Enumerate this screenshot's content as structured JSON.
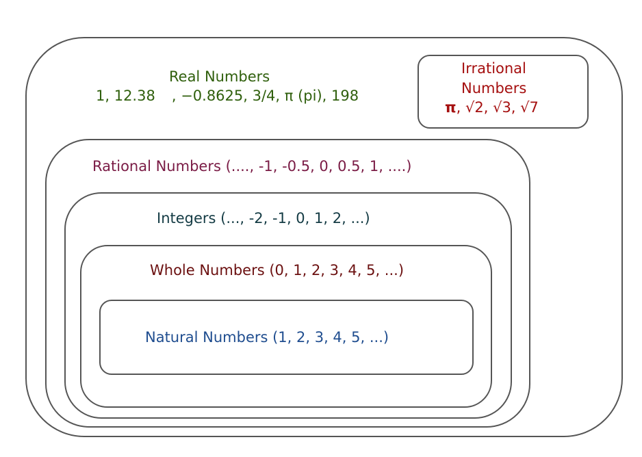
{
  "real": {
    "title": "Real Numbers",
    "examples_a": "1, 12.38",
    "examples_b": ", −0.8625, 3/4, π (pi), 198"
  },
  "irrational": {
    "title_line1": "Irrational",
    "title_line2": "Numbers",
    "pi": "π",
    "examples_rest": ", √2, √3, √7"
  },
  "rational": {
    "label": "Rational Numbers  (...., -1, -0.5, 0, 0.5, 1, ....)"
  },
  "integers": {
    "label": "Integers  (..., -2, -1, 0, 1, 2, ...)"
  },
  "whole": {
    "label": "Whole Numbers  (0, 1, 2, 3, 4, 5, ...)"
  },
  "natural": {
    "label": "Natural Numbers  (1, 2, 3, 4, 5, ...)"
  },
  "colors": {
    "real": "#2f5f0c",
    "irrational": "#a50f0f",
    "rational": "#7a1b45",
    "integers": "#143b44",
    "whole": "#6b1010",
    "natural": "#1f4d8f",
    "border": "#555555"
  }
}
